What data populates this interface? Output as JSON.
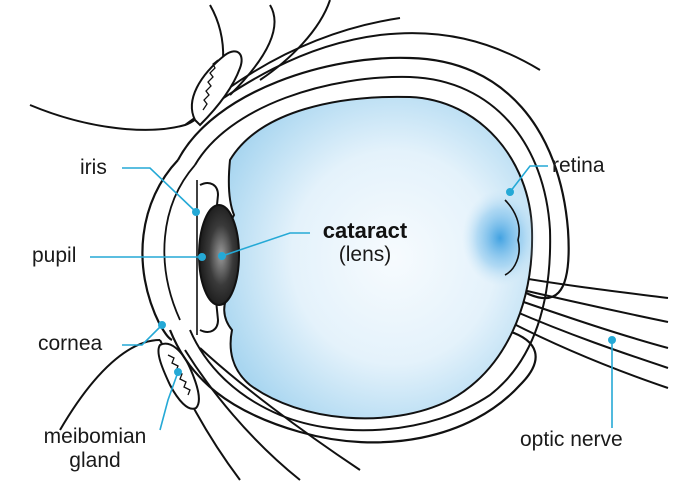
{
  "labels": {
    "iris": "iris",
    "pupil": "pupil",
    "cornea": "cornea",
    "meibomian": "meibomian",
    "gland": "gland",
    "cataract": "cataract",
    "lens": "(lens)",
    "retina": "retina",
    "optic_nerve": "optic nerve"
  },
  "colors": {
    "outline": "#111111",
    "vitreous_light": "#e6f3fb",
    "vitreous_blue": "#a9d6f0",
    "macula": "#3a9ee0",
    "leader_line": "#25a9d6",
    "lens_dark": "#2b2b2b"
  }
}
